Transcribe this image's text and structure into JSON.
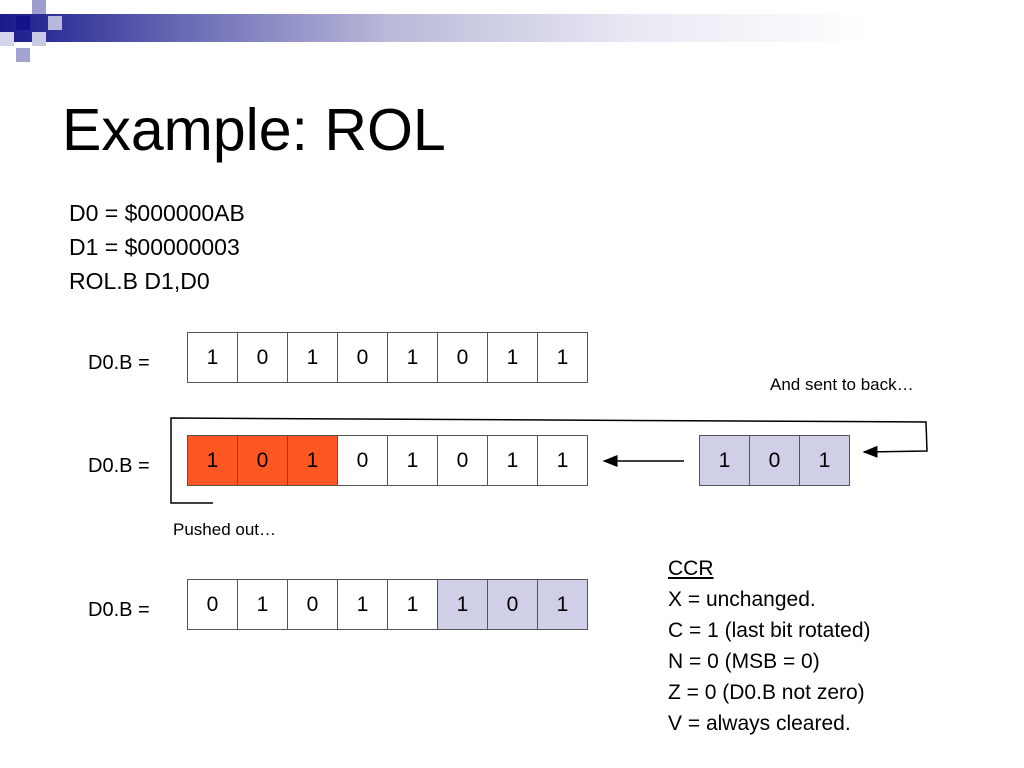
{
  "slide": {
    "title": "Example: ROL",
    "code": [
      "D0 = $000000AB",
      "D1 = $00000003",
      "ROL.B  D1,D0"
    ]
  },
  "registers": [
    {
      "label": "D0.B =",
      "bits": [
        "1",
        "0",
        "1",
        "0",
        "1",
        "0",
        "1",
        "1"
      ],
      "highlight": [
        "none",
        "none",
        "none",
        "none",
        "none",
        "none",
        "none",
        "none"
      ]
    },
    {
      "label": "D0.B =",
      "bits": [
        "1",
        "0",
        "1",
        "0",
        "1",
        "0",
        "1",
        "1"
      ],
      "highlight": [
        "orange",
        "orange",
        "orange",
        "none",
        "none",
        "none",
        "none",
        "none"
      ]
    },
    {
      "label": "D0.B =",
      "bits": [
        "0",
        "1",
        "0",
        "1",
        "1",
        "1",
        "0",
        "1"
      ],
      "highlight": [
        "none",
        "none",
        "none",
        "none",
        "none",
        "lavender",
        "lavender",
        "lavender"
      ]
    }
  ],
  "rotated_bits": {
    "bits": [
      "1",
      "0",
      "1"
    ],
    "highlight": "lavender"
  },
  "annotations": {
    "sent_to_back": "And sent to back…",
    "pushed_out": "Pushed out…"
  },
  "ccr": {
    "heading": "CCR",
    "lines": [
      "X = unchanged.",
      "C = 1 (last bit rotated)",
      "N = 0 (MSB = 0)",
      "Z = 0 (D0.B not zero)",
      "V = always cleared."
    ]
  },
  "colors": {
    "orange": "#ff5722",
    "lavender": "#cfcfe8",
    "header_dark": "#1a1a8c"
  }
}
